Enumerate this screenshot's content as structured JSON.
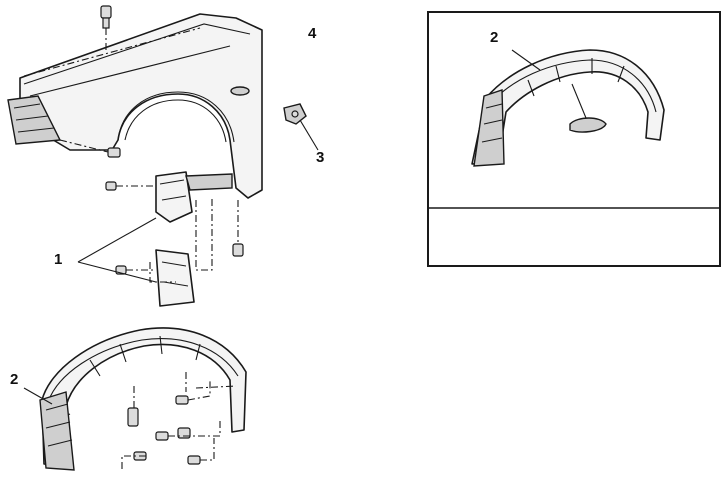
{
  "callouts": {
    "fender": "4",
    "clip": "3",
    "brackets": "1",
    "liner": "2",
    "inset_liner": "2"
  }
}
